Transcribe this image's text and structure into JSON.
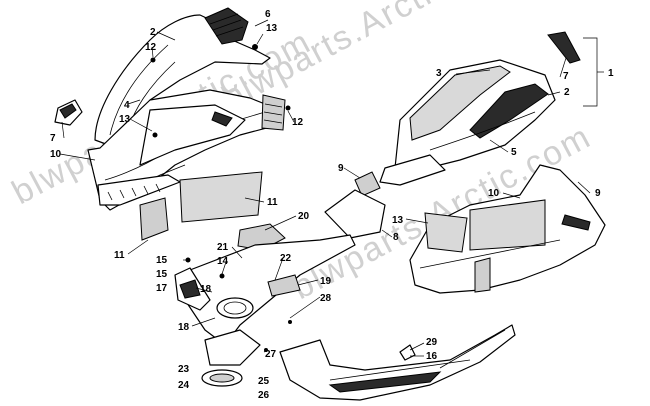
{
  "watermark": "blwparts.Arctic.com",
  "callouts": [
    {
      "id": "c1",
      "text": "1"
    },
    {
      "id": "c2a",
      "text": "2"
    },
    {
      "id": "c2b",
      "text": "2"
    },
    {
      "id": "c3",
      "text": "3"
    },
    {
      "id": "c4",
      "text": "4"
    },
    {
      "id": "c5",
      "text": "5"
    },
    {
      "id": "c6a",
      "text": "6"
    },
    {
      "id": "c6b",
      "text": "6"
    },
    {
      "id": "c7a",
      "text": "7"
    },
    {
      "id": "c7b",
      "text": "7"
    },
    {
      "id": "c8",
      "text": "8"
    },
    {
      "id": "c9a",
      "text": "9"
    },
    {
      "id": "c9b",
      "text": "9"
    },
    {
      "id": "c10a",
      "text": "10"
    },
    {
      "id": "c10b",
      "text": "10"
    },
    {
      "id": "c11a",
      "text": "11"
    },
    {
      "id": "c11b",
      "text": "11"
    },
    {
      "id": "c12a",
      "text": "12"
    },
    {
      "id": "c12b",
      "text": "12"
    },
    {
      "id": "c13a",
      "text": "13"
    },
    {
      "id": "c13b",
      "text": "13"
    },
    {
      "id": "c13c",
      "text": "13"
    },
    {
      "id": "c14",
      "text": "14"
    },
    {
      "id": "c15a",
      "text": "15"
    },
    {
      "id": "c15b",
      "text": "15"
    },
    {
      "id": "c16",
      "text": "16"
    },
    {
      "id": "c17",
      "text": "17"
    },
    {
      "id": "c18",
      "text": "18"
    },
    {
      "id": "c19",
      "text": "19"
    },
    {
      "id": "c20",
      "text": "20"
    },
    {
      "id": "c21",
      "text": "21"
    },
    {
      "id": "c22",
      "text": "22"
    },
    {
      "id": "c23",
      "text": "23"
    },
    {
      "id": "c24",
      "text": "24"
    },
    {
      "id": "c25",
      "text": "25"
    },
    {
      "id": "c26",
      "text": "26"
    },
    {
      "id": "c27",
      "text": "27"
    },
    {
      "id": "c28",
      "text": "28"
    },
    {
      "id": "c29",
      "text": "29"
    }
  ]
}
